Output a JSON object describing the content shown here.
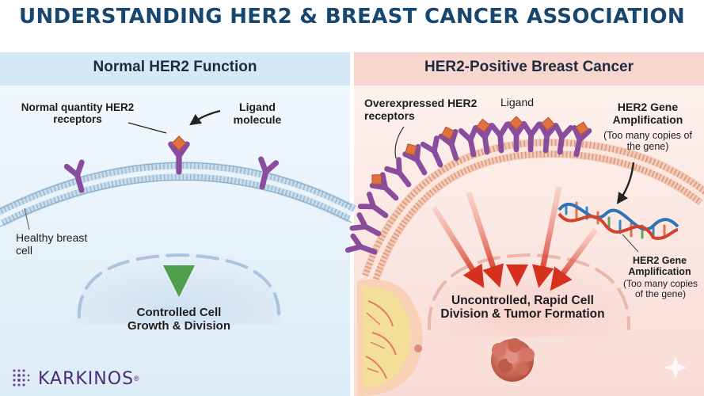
{
  "title": "UNDERSTANDING HER2 & BREAST CANCER ASSOCIATION",
  "left_panel": {
    "title": "Normal HER2 Function",
    "receptor_label": "Normal quantity HER2 receptors",
    "ligand_label": "Ligand molecule",
    "cell_label": "Healthy breast cell",
    "outcome": "Controlled Cell Growth & Division"
  },
  "right_panel": {
    "title": "HER2-Positive Breast Cancer",
    "receptor_label": "Overexpressed HER2 receptors",
    "ligand_label": "Ligand",
    "amp_top_title": "HER2 Gene Amplification",
    "amp_top_note": "(Too many copies of the gene)",
    "amp_bottom_title": "HER2 Gene Amplification",
    "amp_bottom_note": "(Too many copies of the gene)",
    "outcome": "Uncontrolled, Rapid Cell Division & Tumor Formation"
  },
  "logo": {
    "name": "KARKINOS",
    "mark": "®"
  },
  "colors": {
    "title": "#17476f",
    "receptor": "#8a4d9e",
    "ligand": "#e0733f",
    "normal_arrow": "#5fae5a",
    "cancer_arrow": "#dd3b2a",
    "left_background": "#eaf4fb",
    "right_background": "#fcebe7",
    "logo": "#4a2d78"
  }
}
